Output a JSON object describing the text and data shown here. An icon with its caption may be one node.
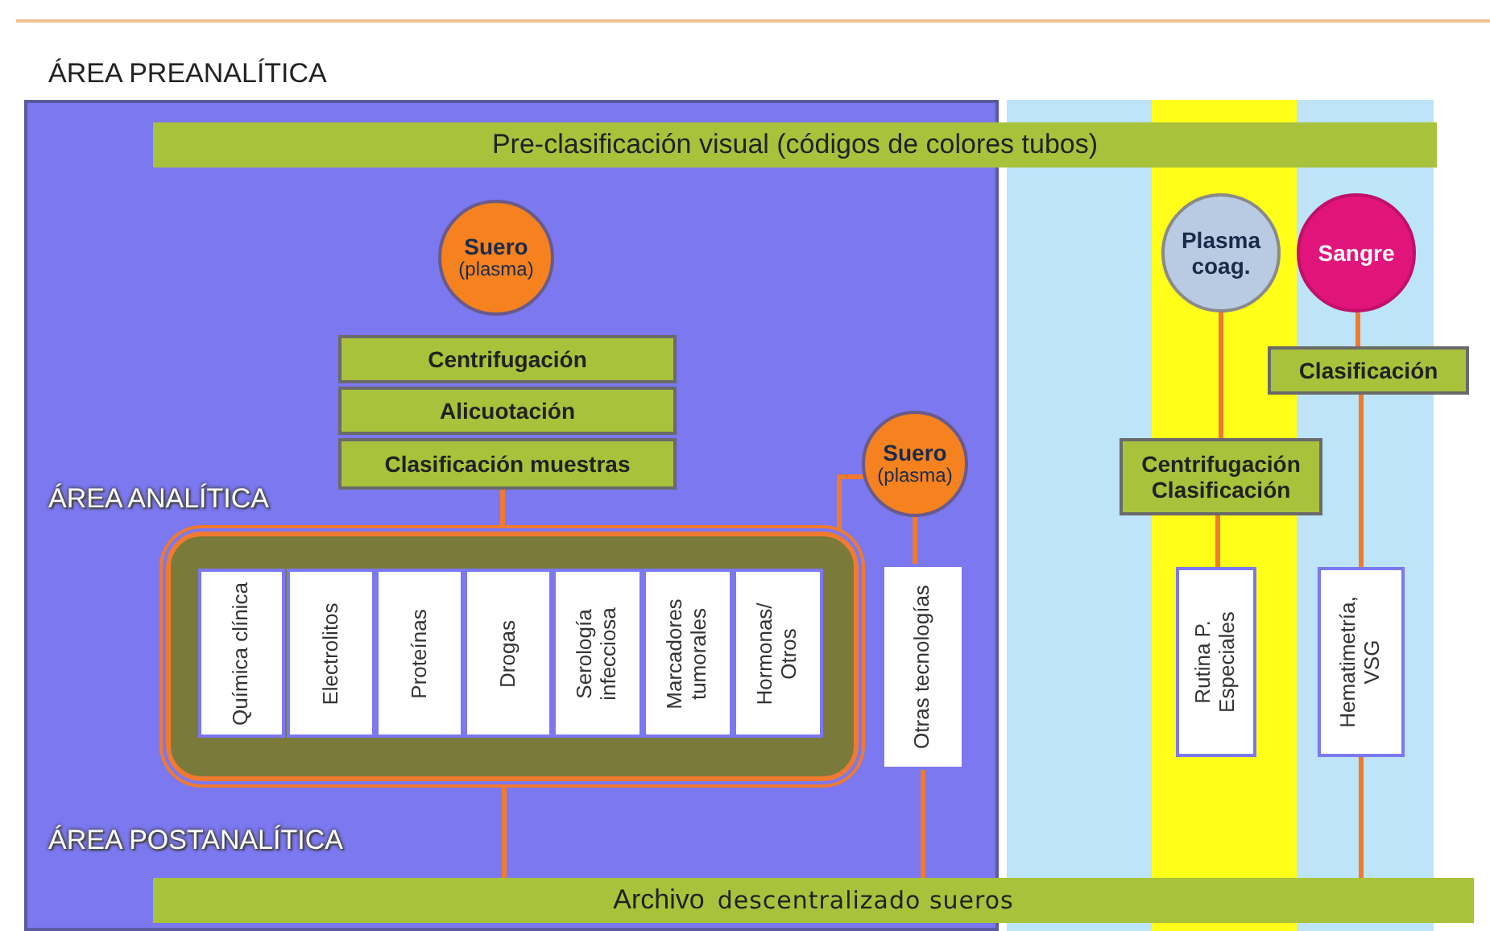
{
  "diagram": {
    "nodes": [
      {
        "text": [
          "Pre-clasificación visual (códigos de colores tubos)"
        ]
      },
      {
        "text": [
          "Suero",
          "(plasma)"
        ]
      },
      {
        "text": [
          "Centrifugación"
        ]
      },
      {
        "text": [
          "Alicuotación"
        ]
      },
      {
        "text": [
          "Clasificación muestras"
        ]
      },
      {
        "text": [],
        "shape": "box"
      },
      {
        "text": [
          "Química clínica"
        ],
        "in": 5
      },
      {
        "text": [
          "Electrolitos"
        ],
        "in": 5
      },
      {
        "text": [
          "Proteínas"
        ],
        "in": 5
      },
      {
        "text": [
          "Drogas"
        ],
        "in": 5
      },
      {
        "text": [
          "Serología infecciosa"
        ],
        "in": 5
      },
      {
        "text": [
          "Marcadores tumorales"
        ],
        "in": 5
      },
      {
        "text": [
          "Hormonas/ Otros"
        ],
        "in": 5
      },
      {
        "text": [
          "Suero",
          "(plasma)"
        ]
      },
      {
        "text": [
          "Otras tecnologías"
        ]
      },
      {
        "text": [
          "Plasma coag."
        ]
      },
      {
        "text": [
          "Sangre"
        ]
      },
      {
        "text": [
          "Centrifugación Clasificación"
        ]
      },
      {
        "text": [
          "Clasificación"
        ]
      },
      {
        "text": [
          "Rutina P. Especiales"
        ]
      },
      {
        "text": [
          "Hematimetría, VSG"
        ]
      },
      {
        "text": [
          "Archivo",
          "descentralizado sueros"
        ]
      }
    ],
    "edges": [
      {
        "from": 4,
        "to": 5,
        "arrow": "none"
      },
      {
        "from": 13,
        "to": 5,
        "arrow": "none"
      },
      {
        "from": 13,
        "to": 14,
        "arrow": "none"
      },
      {
        "from": 5,
        "to": 21,
        "arrow": "none"
      },
      {
        "from": 14,
        "to": 21,
        "arrow": "none"
      },
      {
        "from": 15,
        "to": 17,
        "arrow": "none"
      },
      {
        "from": 17,
        "to": 19,
        "arrow": "none"
      },
      {
        "from": 16,
        "to": 18,
        "arrow": "none"
      },
      {
        "from": 18,
        "to": 20,
        "arrow": "none"
      },
      {
        "from": 20,
        "to": 21,
        "arrow": "none"
      }
    ],
    "labels": [
      "ÁREA PREANALÍTICA",
      "ÁREA ANALÍTICA",
      "ÁREA POSTANALÍTICA"
    ]
  }
}
